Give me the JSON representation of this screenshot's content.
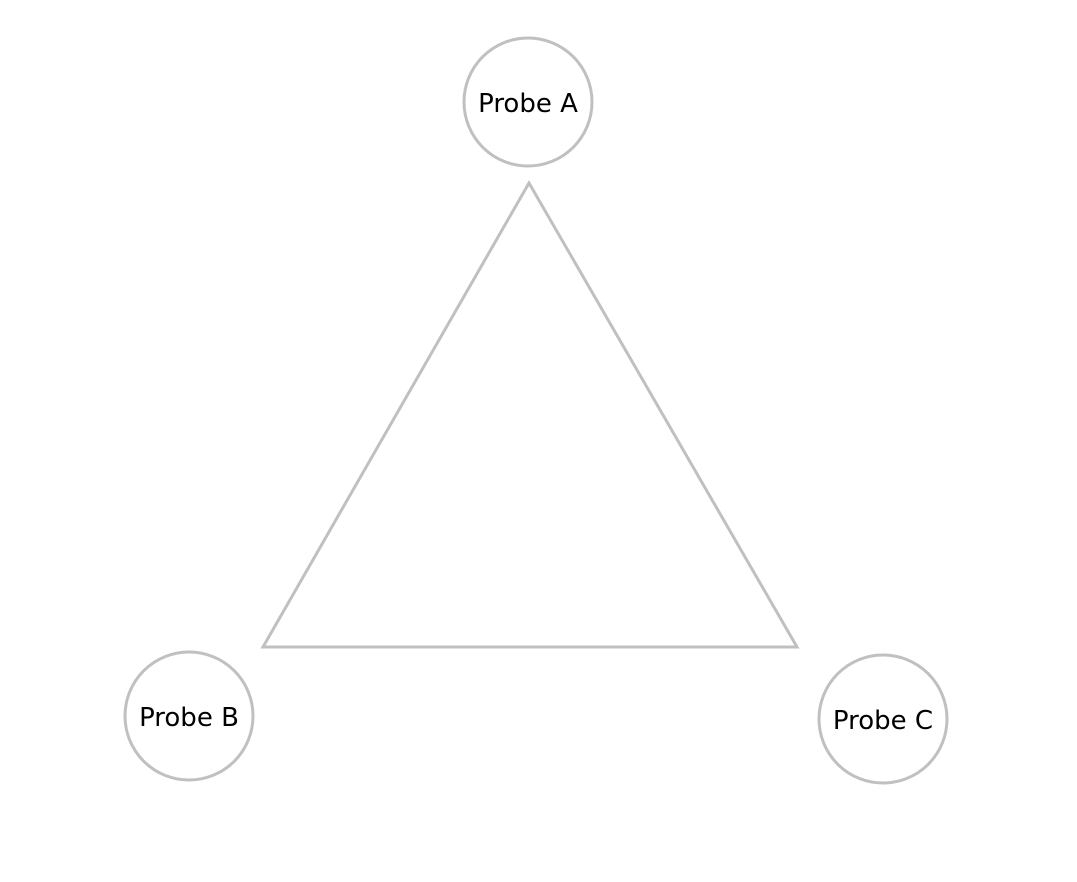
{
  "diagram": {
    "stroke_color": "#c0c0c0",
    "label_color": "#000000",
    "probes": [
      {
        "label": "Probe A"
      },
      {
        "label": "Probe B"
      },
      {
        "label": "Probe C"
      }
    ]
  }
}
